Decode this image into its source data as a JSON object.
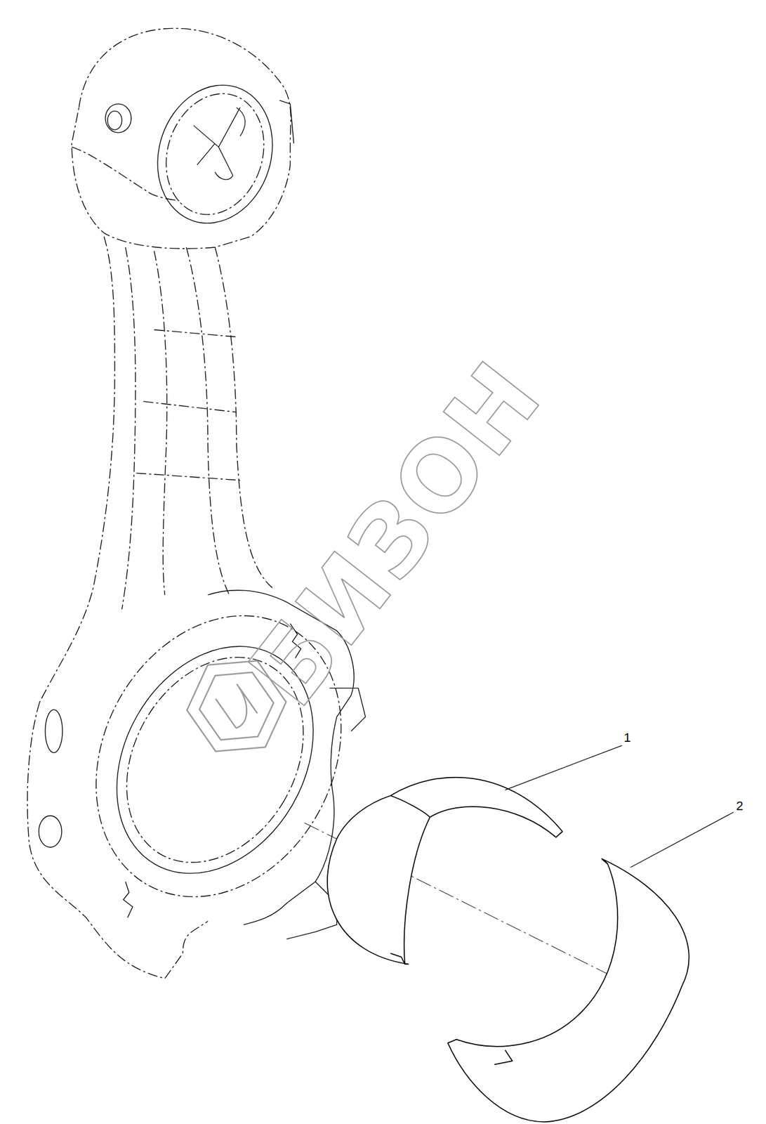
{
  "diagram": {
    "labels": [
      "1",
      "2",
      "БИЗОН"
    ]
  }
}
